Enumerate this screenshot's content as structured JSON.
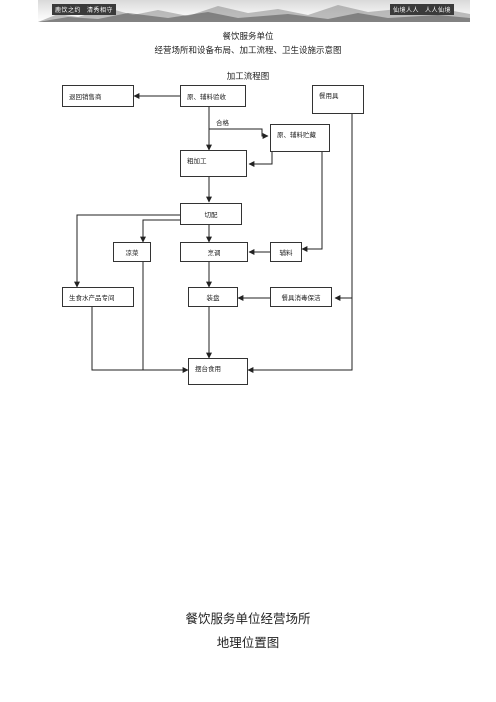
{
  "banner": {
    "left1": "鹿饮之约",
    "left2": "清秀相守",
    "right1": "仙境人人",
    "right2": "人人仙境"
  },
  "header": {
    "unit": "餐饮服务单位",
    "subtitle": "经营场所和设备布局、加工流程、卫生设施示意图",
    "flow_title": "加工流程图"
  },
  "flow": {
    "return_supplier": "退回销售商",
    "acceptance": "原、辅料验收",
    "tableware": "餐用具",
    "qualified": "合格",
    "storage": "原、辅料贮藏",
    "rough": "粗加工",
    "cutting": "切配",
    "cold_dish": "凉菜",
    "cooking": "烹调",
    "auxiliary": "辅料",
    "raw_seafood": "生食水产品专间",
    "plating": "装盘",
    "disinfect": "餐具消毒保洁",
    "serve": "摆台食用"
  },
  "footer": {
    "line1": "餐饮服务单位经营场所",
    "line2": "地理位置图"
  }
}
